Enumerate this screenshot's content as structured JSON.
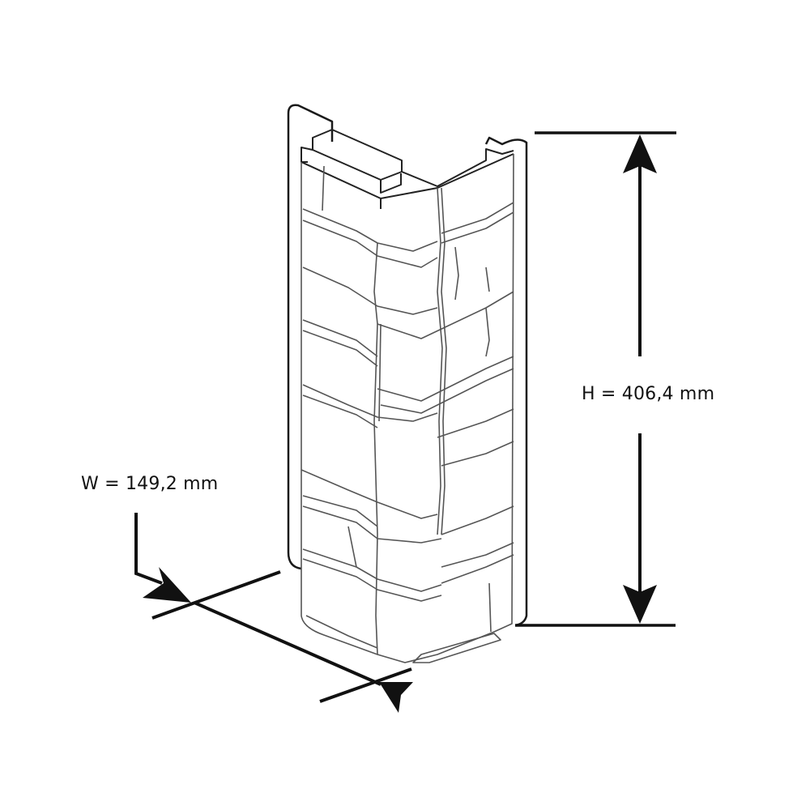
{
  "diagram": {
    "subject": "Stone-textured outside corner siding panel",
    "labels": {
      "height": "H = 406,4 mm",
      "width": "W = 149,2 mm"
    },
    "dimensions": {
      "height": {
        "value": 406.4,
        "unit": "mm"
      },
      "width": {
        "value": 149.2,
        "unit": "mm"
      }
    },
    "colors": {
      "line": "#1a1a1a",
      "stone_outline": "#555555",
      "background": "#ffffff"
    }
  }
}
